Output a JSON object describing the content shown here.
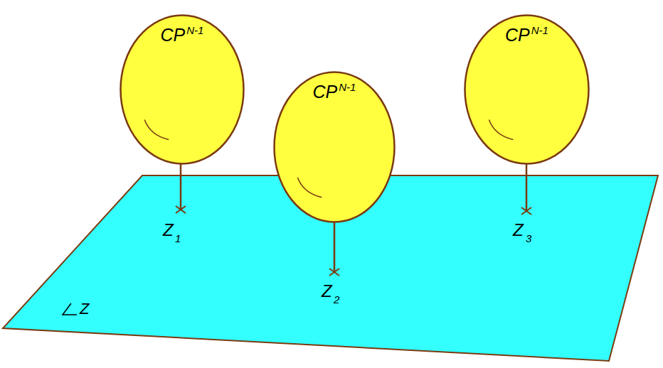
{
  "diagram": {
    "nodes": [
      {
        "text": [
          "CP",
          "N-1"
        ]
      },
      {
        "text": [
          "CP",
          "N-1"
        ]
      },
      {
        "text": [
          "CP",
          "N-1"
        ]
      }
    ],
    "labels": [
      "Z",
      "1",
      "Z",
      "2",
      "Z",
      "3",
      "Z"
    ]
  }
}
